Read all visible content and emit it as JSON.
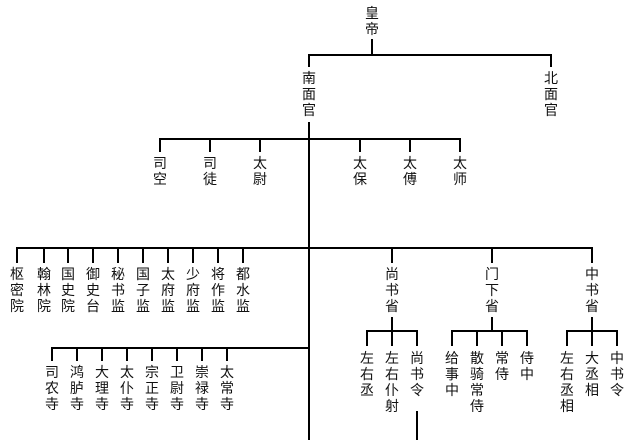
{
  "nodes": {
    "emperor": "皇帝",
    "south": "南面官",
    "north": "北面官",
    "sikong": "司空",
    "situ": "司徒",
    "taiwei": "太尉",
    "taibao": "太保",
    "taifu": "太傅",
    "taishi": "太师",
    "shumiyuan": "枢密院",
    "hanlinyuan": "翰林院",
    "guoshiyuan": "国史院",
    "yushitai": "御史台",
    "mishujian": "秘书监",
    "guozijian": "国子监",
    "taifujian": "太府监",
    "shaofujian": "少府监",
    "jiangzuojian": "将作监",
    "dushuijian": "都水监",
    "shangshusheng": "尚书省",
    "menxiasheng": "门下省",
    "zhongshusheng": "中书省",
    "sinongsi": "司农寺",
    "honglusi": "鸿胪寺",
    "dalisi": "大理寺",
    "taipusi": "太仆寺",
    "zongzhengsi": "宗正寺",
    "weiweisi": "卫尉寺",
    "chonglusi": "崇禄寺",
    "taichangsi": "太常寺",
    "zuoyoucheng": "左右丞",
    "zuoyoupushe": "左右仆射",
    "shangshuling": "尚书令",
    "jishizhong": "给事中",
    "sanqichangshi": "散骑常侍",
    "changshi": "常侍",
    "shizhong": "侍中",
    "zuoyouchengxiang": "左右丞相",
    "dachengxiang": "大丞相",
    "zhongshuling": "中书令"
  }
}
